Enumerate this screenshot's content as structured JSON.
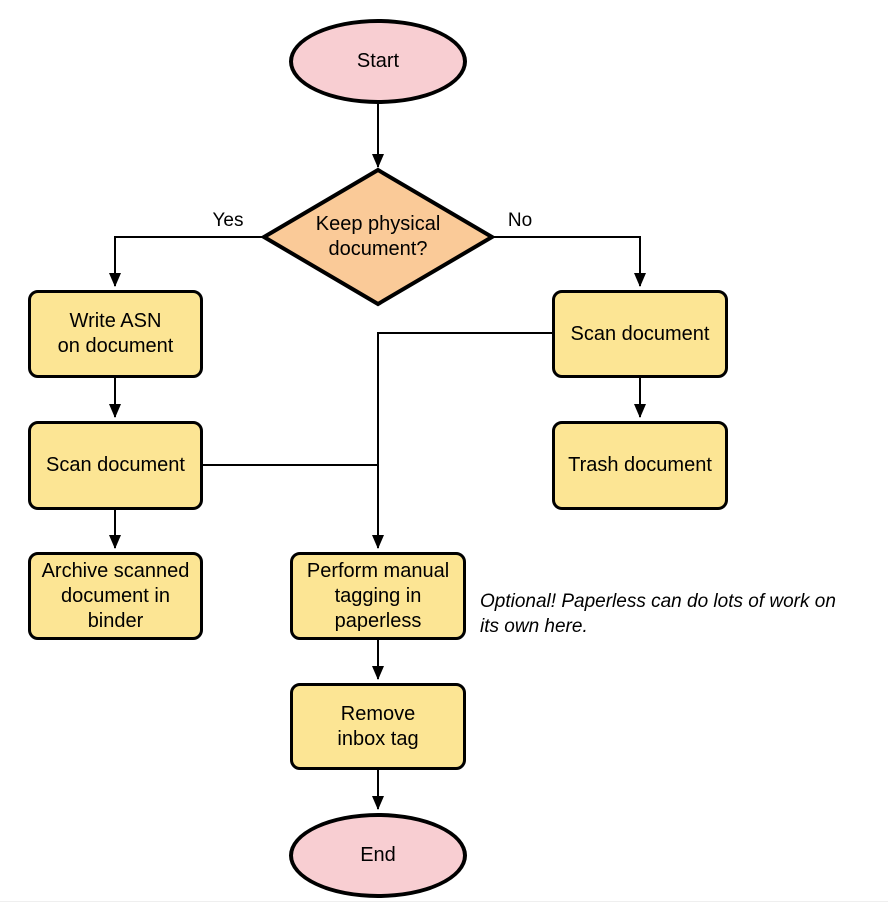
{
  "diagram": {
    "colors": {
      "terminal_fill": "#F8CED2",
      "decision_fill": "#FACA98",
      "process_fill": "#FCE594",
      "stroke": "#000000"
    },
    "nodes": {
      "start": {
        "label": "Start",
        "type": "terminal"
      },
      "decision": {
        "label": [
          "Keep physical",
          "document?"
        ],
        "type": "decision"
      },
      "write_asn": {
        "label": [
          "Write ASN",
          "on document"
        ],
        "type": "process"
      },
      "scan_left": {
        "label": "Scan document",
        "type": "process"
      },
      "archive": {
        "label": [
          "Archive scanned",
          "document in",
          "binder"
        ],
        "type": "process"
      },
      "scan_right": {
        "label": "Scan document",
        "type": "process"
      },
      "trash": {
        "label": "Trash document",
        "type": "process"
      },
      "tagging": {
        "label": [
          "Perform manual",
          "tagging in",
          "paperless"
        ],
        "type": "process"
      },
      "remove_inbox": {
        "label": [
          "Remove",
          "inbox tag"
        ],
        "type": "process"
      },
      "end": {
        "label": "End",
        "type": "terminal"
      }
    },
    "edge_labels": {
      "yes": "Yes",
      "no": "No"
    },
    "note": [
      "Optional! Paperless can do lots of work on",
      "its own here."
    ]
  }
}
